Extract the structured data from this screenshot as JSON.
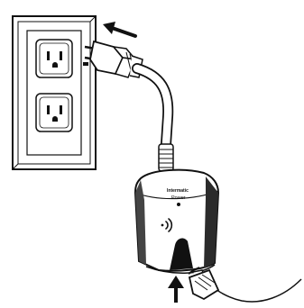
{
  "device": {
    "brand_text": "Intermatic",
    "power_label": "Power",
    "icons": [
      "wifi-signal-icon",
      "power-led-icon"
    ]
  },
  "arrows": {
    "top": "pointing-left-toward-outlet",
    "bottom": "pointing-up-toward-device"
  }
}
